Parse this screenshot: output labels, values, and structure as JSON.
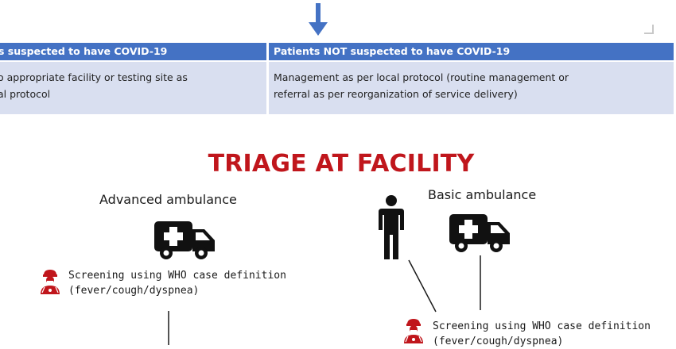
{
  "table": {
    "headers": [
      "s suspected to have COVID-19",
      "Patients NOT suspected to have COVID-19"
    ],
    "cells": [
      [
        "o appropriate facility or testing site as",
        "al protocol"
      ],
      [
        "Management as per local protocol (routine management or",
        "referral as per reorganization of service delivery)"
      ]
    ]
  },
  "title": "TRIAGE AT FACILITY",
  "advanced": {
    "label": "Advanced ambulance",
    "screening": [
      "Screening using WHO case definition",
      "(fever/cough/dyspnea)"
    ]
  },
  "basic": {
    "label": "Basic ambulance",
    "screening": [
      "Screening using WHO case definition",
      "(fever/cough/dyspnea)"
    ]
  },
  "colors": {
    "header_bg": "#4472c4",
    "cell_bg": "#d9dff0",
    "title": "#c0161c",
    "arrow": "#4472c4",
    "health_worker_icon": "#c0161c"
  },
  "icons": [
    "down-arrow-icon",
    "ambulance-icon",
    "person-icon",
    "health-worker-icon"
  ]
}
